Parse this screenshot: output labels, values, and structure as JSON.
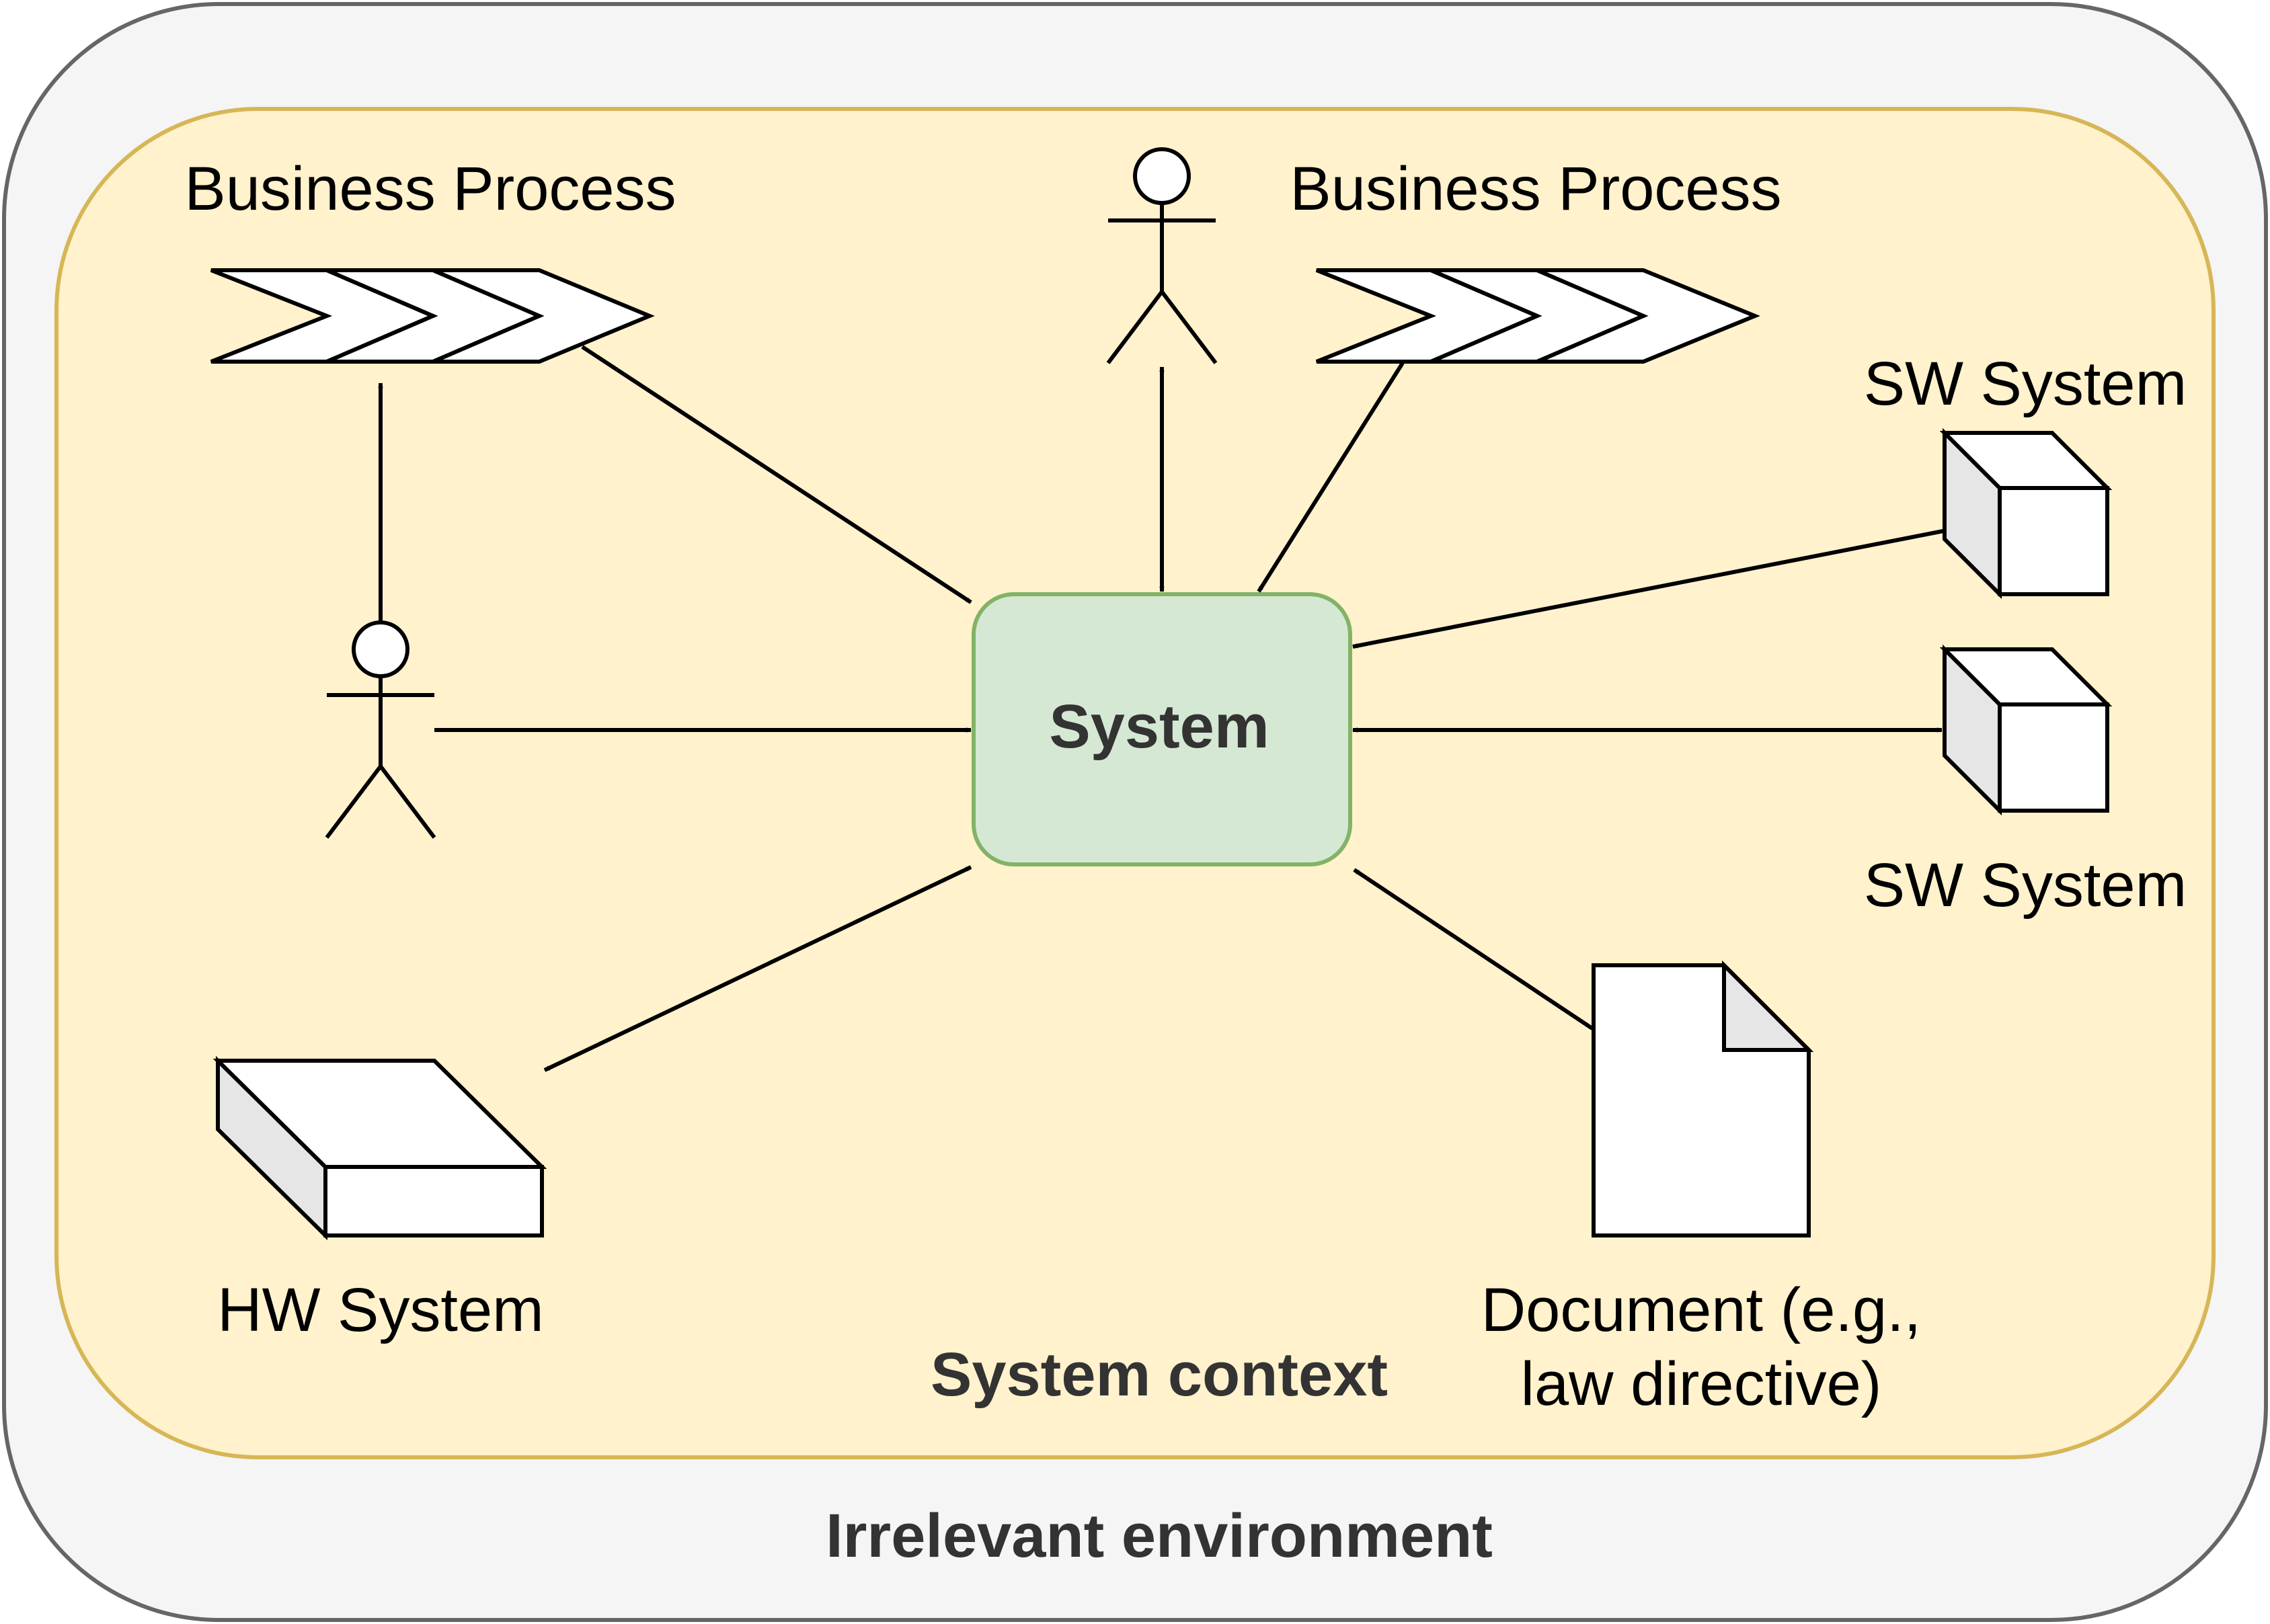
{
  "diagram": {
    "outer_label": "Irrelevant environment",
    "context_label": "System context",
    "system_label": "System",
    "business_process_left": "Business Process",
    "business_process_right": "Business Process",
    "sw_system_top": "SW System",
    "sw_system_bottom": "SW System",
    "hw_system": "HW System",
    "document_line1": "Document (e.g.,",
    "document_line2": "law directive)"
  },
  "colors": {
    "outer_fill": "#f5f5f5",
    "outer_stroke": "#666666",
    "context_fill": "#fff2cc",
    "context_stroke": "#d6b656",
    "system_fill": "#d5e8d4",
    "system_stroke": "#82b366",
    "text_bold": "#333333"
  }
}
